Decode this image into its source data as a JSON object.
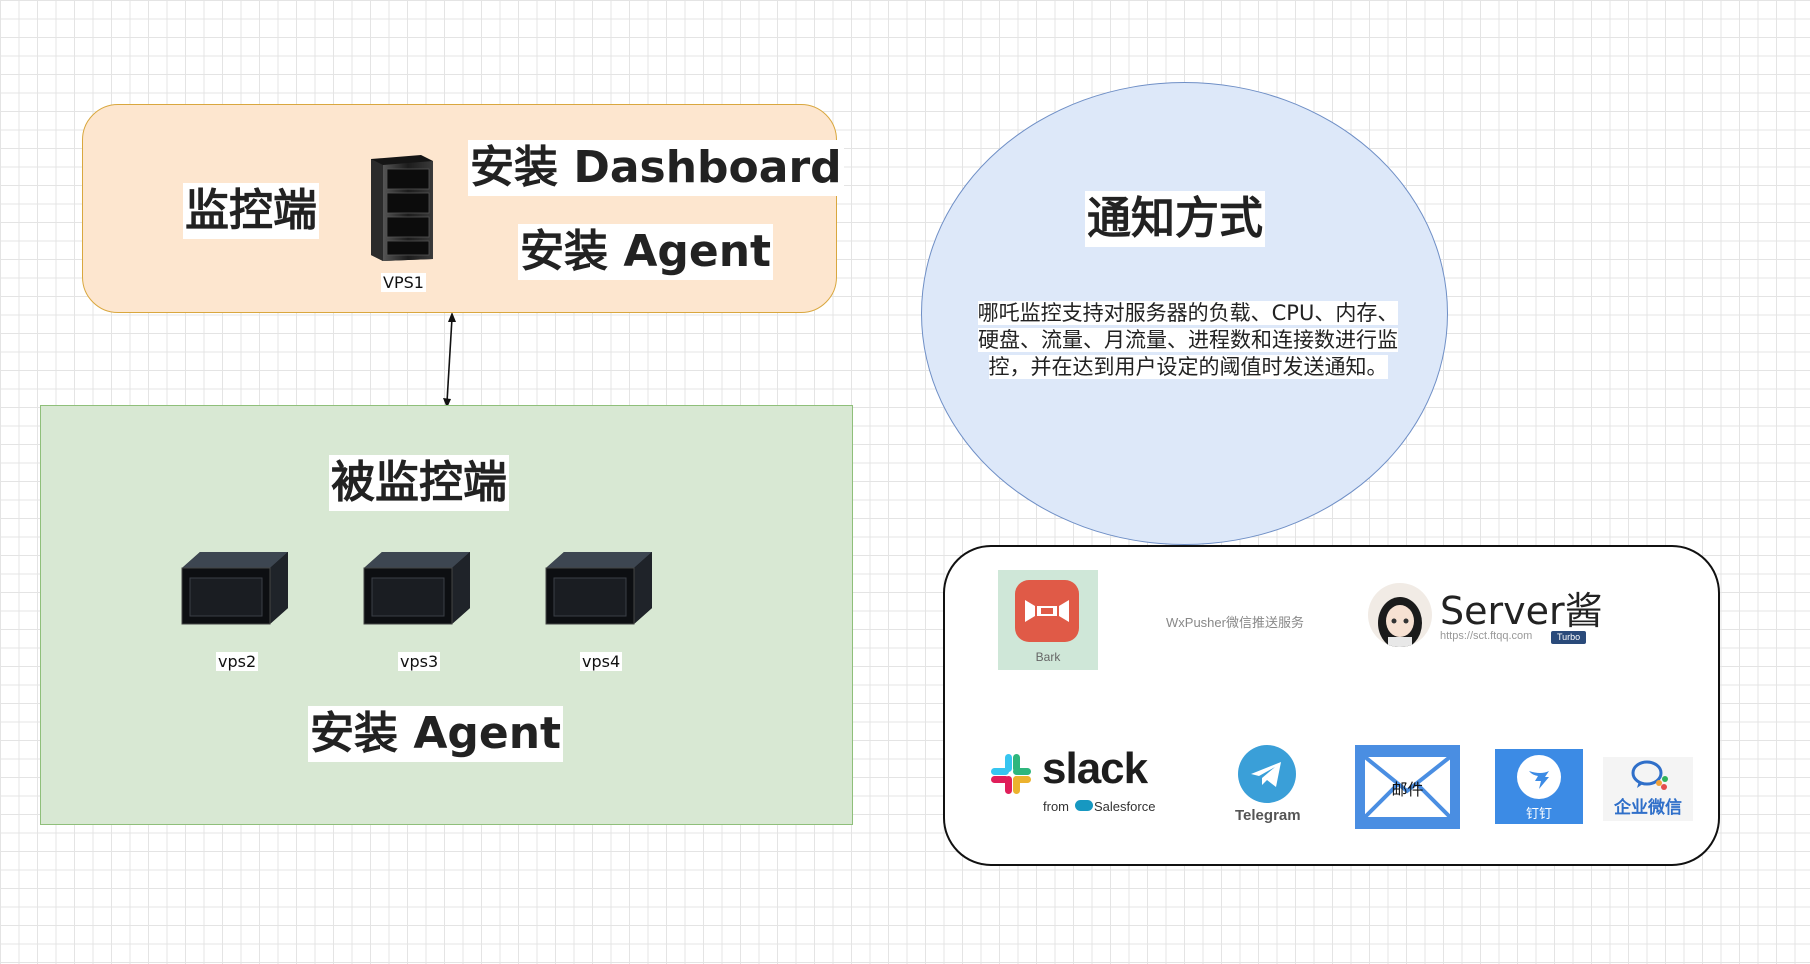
{
  "monitor": {
    "title": "监控端",
    "install_dashboard": "安装 Dashboard",
    "install_agent": "安装 Agent",
    "server_label": "VPS1"
  },
  "monitored": {
    "title": "被监控端",
    "servers": [
      "vps2",
      "vps3",
      "vps4"
    ],
    "install_agent": "安装 Agent"
  },
  "notification": {
    "title": "通知方式",
    "description": "哪吒监控支持对服务器的负载、CPU、内存、硬盘、流量、月流量、进程数和连接数进行监控，并在达到用户设定的阈值时发送通知。"
  },
  "services": {
    "bark": "Bark",
    "wxpusher": "WxPusher微信推送服务",
    "serverchan": "Server酱",
    "serverchan_url": "https://sct.ftqq.com",
    "serverchan_badge": "Turbo",
    "slack": "slack",
    "slack_from": "from",
    "slack_salesforce": "Salesforce",
    "telegram": "Telegram",
    "email": "邮件",
    "dingtalk": "钉钉",
    "wecom": "企业微信"
  },
  "colors": {
    "monitor_fill": "#fde6cf",
    "monitored_fill": "#d8e8d3",
    "ellipse_fill": "#dde8f9",
    "bark_red": "#e05a47",
    "telegram_blue": "#3a9fd8",
    "email_blue": "#4a8ee2",
    "dingtalk_blue": "#3c8be5",
    "wecom_blue": "#2f6fc9"
  }
}
